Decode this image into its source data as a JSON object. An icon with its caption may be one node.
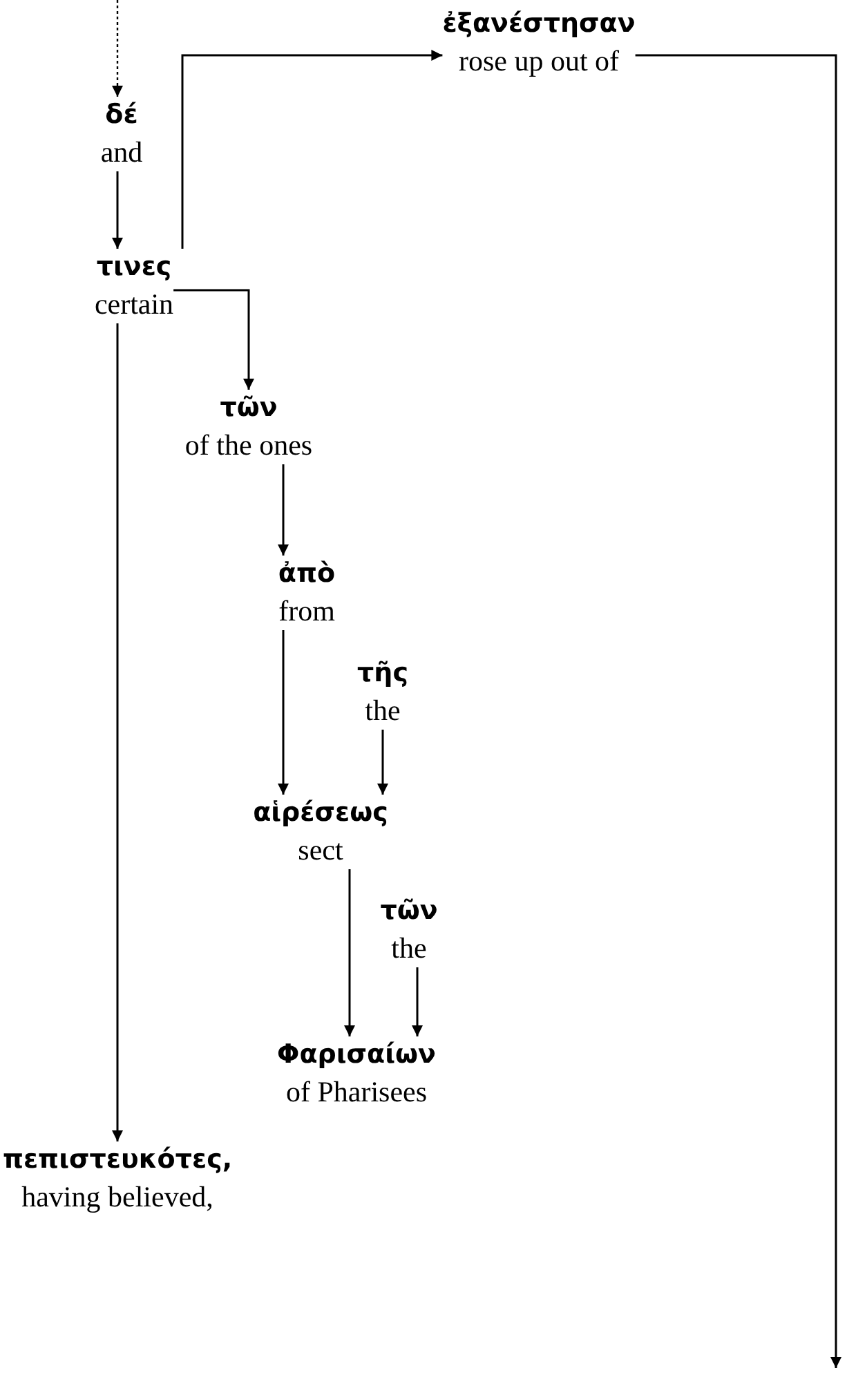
{
  "diagram": {
    "nodes": [
      {
        "text": [
          "δέ",
          "and"
        ]
      },
      {
        "text": [
          "τινες",
          "certain"
        ]
      },
      {
        "text": [
          "ἐξανέστησαν",
          "rose up out of"
        ]
      },
      {
        "text": [
          "τῶν",
          "of the ones"
        ]
      },
      {
        "text": [
          "ἀπὸ",
          "from"
        ]
      },
      {
        "text": [
          "τῆς",
          "the"
        ]
      },
      {
        "text": [
          "αἱρέσεως",
          "sect"
        ]
      },
      {
        "text": [
          "τῶν",
          "the"
        ]
      },
      {
        "text": [
          "Φαρισαίων",
          "of Pharisees"
        ]
      },
      {
        "text": [
          "πεπιστευκότες,",
          "having believed,"
        ]
      }
    ],
    "edges": [
      {
        "from": null,
        "to": 0,
        "arrow": "to",
        "style": "dashed"
      },
      {
        "from": 0,
        "to": 1,
        "arrow": "to"
      },
      {
        "from": 1,
        "to": 2,
        "arrow": "to"
      },
      {
        "from": 2,
        "to": null,
        "arrow": "to"
      },
      {
        "from": 1,
        "to": 3,
        "arrow": "to"
      },
      {
        "from": 3,
        "to": 4,
        "arrow": "to"
      },
      {
        "from": 4,
        "to": 6,
        "arrow": "to"
      },
      {
        "from": 5,
        "to": 6,
        "arrow": "to"
      },
      {
        "from": 6,
        "to": 8,
        "arrow": "to"
      },
      {
        "from": 7,
        "to": 8,
        "arrow": "to"
      },
      {
        "from": 1,
        "to": 9,
        "arrow": "to"
      }
    ]
  }
}
